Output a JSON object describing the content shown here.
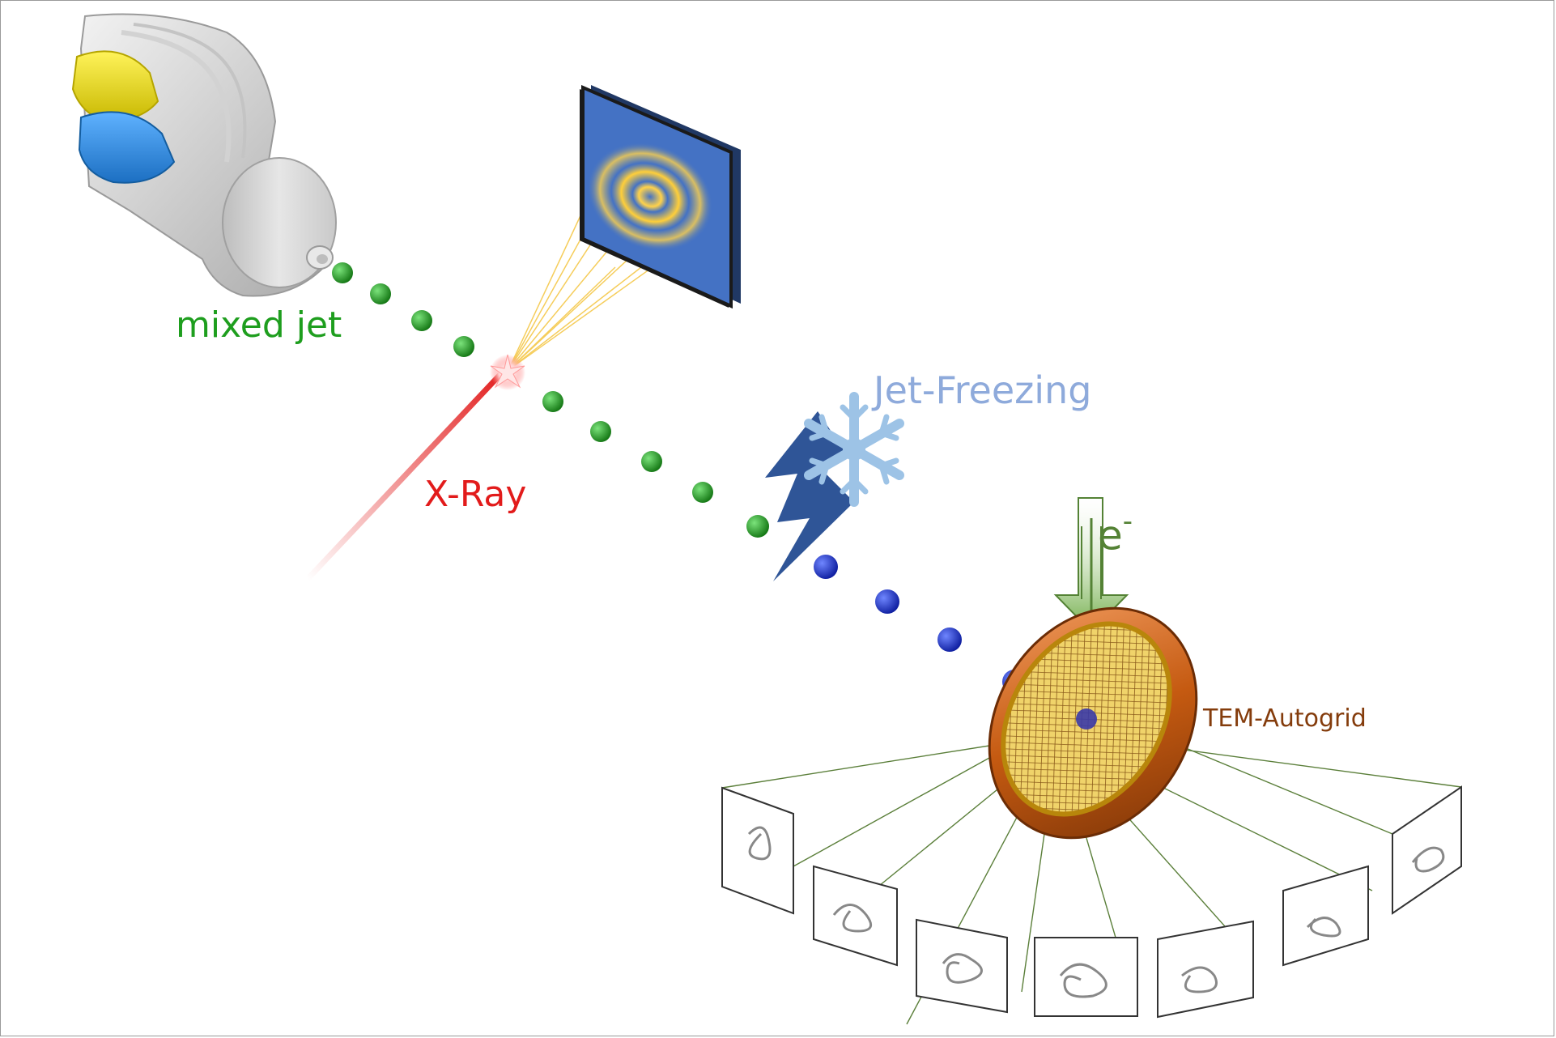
{
  "labels": {
    "mixed_jet": "mixed jet",
    "xray": "X-Ray",
    "jet_freezing": "Jet-Freezing",
    "electron_base": "e",
    "electron_sup": "-",
    "tem_autogrid": "TEM-Autogrid"
  },
  "colors": {
    "jet_droplet": "#1e9e1e",
    "frozen_droplet": "#1b2fd6",
    "xray_beam": "#e21b1b",
    "detector_blue": "#4472c4",
    "diffraction_ring": "#ffd24a",
    "freeze_bolt": "#2f5597",
    "snowflake": "#9dc3e6",
    "electron_arrow": "#70ad47",
    "autogrid_copper": "#c55a11",
    "projection_line": "#5b7f3a"
  },
  "icons": [
    "injector-nozzle-icon",
    "detector-panel-icon",
    "lightning-bolt-icon",
    "snowflake-icon",
    "electron-arrow-icon",
    "autogrid-icon"
  ],
  "projection_count": 7
}
